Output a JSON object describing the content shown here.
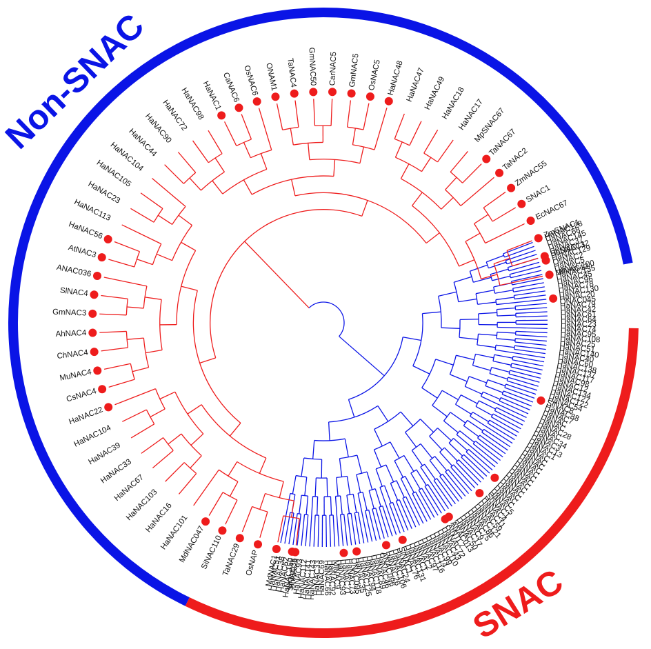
{
  "colors": {
    "nonsnac": "#0a14e6",
    "snac": "#ee1c1c",
    "marker": "#ee1c1c",
    "text": "#111111"
  },
  "groups": {
    "nonsnac_label": "Non-SNAC",
    "snac_label": "SNAC"
  },
  "leaves": [
    {
      "label": "HaNAC128",
      "group": "nonsnac",
      "marked": false
    },
    {
      "label": "HaNAC68",
      "group": "nonsnac",
      "marked": false
    },
    {
      "label": "HaNAC145",
      "group": "nonsnac",
      "marked": false
    },
    {
      "label": "HaNAC37",
      "group": "nonsnac",
      "marked": false
    },
    {
      "label": "HaNAC132",
      "group": "nonsnac",
      "marked": false
    },
    {
      "label": "HaNAC129",
      "group": "nonsnac",
      "marked": true
    },
    {
      "label": "OsNAC2",
      "group": "nonsnac",
      "marked": false
    },
    {
      "label": "HaNAC5",
      "group": "nonsnac",
      "marked": false
    },
    {
      "label": "HaNAC100",
      "group": "nonsnac",
      "marked": false
    },
    {
      "label": "HaNAC135",
      "group": "nonsnac",
      "marked": false
    },
    {
      "label": "HaNAC45",
      "group": "nonsnac",
      "marked": false
    },
    {
      "label": "HaNAC96",
      "group": "nonsnac",
      "marked": false
    },
    {
      "label": "HaNAC78",
      "group": "nonsnac",
      "marked": false
    },
    {
      "label": "HaNAC130",
      "group": "nonsnac",
      "marked": false
    },
    {
      "label": "HaNAC20",
      "group": "nonsnac",
      "marked": true
    },
    {
      "label": "ONAC045",
      "group": "nonsnac",
      "marked": false
    },
    {
      "label": "HaNAC79",
      "group": "nonsnac",
      "marked": false
    },
    {
      "label": "HaNAC42",
      "group": "nonsnac",
      "marked": false
    },
    {
      "label": "HaNAC61",
      "group": "nonsnac",
      "marked": false
    },
    {
      "label": "HaNAC64",
      "group": "nonsnac",
      "marked": false
    },
    {
      "label": "HaNAC23",
      "group": "nonsnac",
      "marked": false
    },
    {
      "label": "HaNAC74",
      "group": "nonsnac",
      "marked": false
    },
    {
      "label": "HaNAC95",
      "group": "nonsnac",
      "marked": false
    },
    {
      "label": "HaNAC108",
      "group": "nonsnac",
      "marked": false
    },
    {
      "label": "HaNAC25",
      "group": "nonsnac",
      "marked": false
    },
    {
      "label": "HaNAC51",
      "group": "nonsnac",
      "marked": false
    },
    {
      "label": "HaNAC140",
      "group": "nonsnac",
      "marked": false
    },
    {
      "label": "HaNAC40",
      "group": "nonsnac",
      "marked": false
    },
    {
      "label": "HaNAC60",
      "group": "nonsnac",
      "marked": false
    },
    {
      "label": "HaNAC138",
      "group": "nonsnac",
      "marked": false
    },
    {
      "label": "HaNAC137",
      "group": "nonsnac",
      "marked": false
    },
    {
      "label": "HaNAC117",
      "group": "nonsnac",
      "marked": false
    },
    {
      "label": "HaNAC98",
      "group": "nonsnac",
      "marked": false
    },
    {
      "label": "HaNAC12",
      "group": "nonsnac",
      "marked": false
    },
    {
      "label": "HaNAC134",
      "group": "nonsnac",
      "marked": false
    },
    {
      "label": "HaNAC127",
      "group": "nonsnac",
      "marked": false
    },
    {
      "label": "HaNAC122",
      "group": "nonsnac",
      "marked": false
    },
    {
      "label": "HaNAC54",
      "group": "nonsnac",
      "marked": false
    },
    {
      "label": "SlNAC8",
      "group": "nonsnac",
      "marked": true
    },
    {
      "label": "HaNAC88",
      "group": "nonsnac",
      "marked": false
    },
    {
      "label": "HaNAC7",
      "group": "nonsnac",
      "marked": false
    },
    {
      "label": "HaNAC",
      "group": "nonsnac",
      "marked": false
    },
    {
      "label": "HaNAC",
      "group": "nonsnac",
      "marked": false
    },
    {
      "label": "HaNAC28",
      "group": "nonsnac",
      "marked": false
    },
    {
      "label": "HaNAC",
      "group": "nonsnac",
      "marked": false
    },
    {
      "label": "HaNAC34",
      "group": "nonsnac",
      "marked": false
    },
    {
      "label": "HaNAC3",
      "group": "nonsnac",
      "marked": false
    },
    {
      "label": "HaNAC13",
      "group": "nonsnac",
      "marked": false
    },
    {
      "label": "HaNAC1",
      "group": "nonsnac",
      "marked": false
    },
    {
      "label": "HaNAC",
      "group": "nonsnac",
      "marked": false
    },
    {
      "label": "HaNAC",
      "group": "nonsnac",
      "marked": false
    },
    {
      "label": "HaNAC",
      "group": "nonsnac",
      "marked": false
    },
    {
      "label": "HaNAC",
      "group": "nonsnac",
      "marked": false
    },
    {
      "label": "HaNAC",
      "group": "nonsnac",
      "marked": false
    },
    {
      "label": "HaNAC",
      "group": "nonsnac",
      "marked": false
    },
    {
      "label": "HaNAC",
      "group": "nonsnac",
      "marked": false
    },
    {
      "label": "HaNAC",
      "group": "nonsnac",
      "marked": false
    },
    {
      "label": "HaNAC",
      "group": "nonsnac",
      "marked": false
    },
    {
      "label": "HaNAC",
      "group": "nonsnac",
      "marked": false
    },
    {
      "label": "HaNAC",
      "group": "nonsnac",
      "marked": true
    },
    {
      "label": "HaNAC",
      "group": "nonsnac",
      "marked": false
    },
    {
      "label": "HaNAC",
      "group": "nonsnac",
      "marked": false
    },
    {
      "label": "HaNAC5",
      "group": "nonsnac",
      "marked": false
    },
    {
      "label": "ShNAC1",
      "group": "nonsnac",
      "marked": false
    },
    {
      "label": "HaNAC4",
      "group": "nonsnac",
      "marked": true
    },
    {
      "label": "HaNAC11",
      "group": "nonsnac",
      "marked": false
    },
    {
      "label": "HaNAC59",
      "group": "nonsnac",
      "marked": false
    },
    {
      "label": "HaNAC121",
      "group": "nonsnac",
      "marked": false
    },
    {
      "label": "HaNAC86",
      "group": "nonsnac",
      "marked": false
    },
    {
      "label": "HaNAC75",
      "group": "nonsnac",
      "marked": false
    },
    {
      "label": "HaNAC9",
      "group": "nonsnac",
      "marked": false
    },
    {
      "label": "HaNAC17",
      "group": "nonsnac",
      "marked": false
    },
    {
      "label": "HaNAC50",
      "group": "nonsnac",
      "marked": false
    },
    {
      "label": "ANAC013",
      "group": "nonsnac",
      "marked": true
    },
    {
      "label": "AtNTL7",
      "group": "nonsnac",
      "marked": true
    },
    {
      "label": "HaNAC72",
      "group": "nonsnac",
      "marked": false
    },
    {
      "label": "HaNAC43",
      "group": "nonsnac",
      "marked": false
    },
    {
      "label": "HaNAC110",
      "group": "nonsnac",
      "marked": false
    },
    {
      "label": "HaNAC99",
      "group": "nonsnac",
      "marked": false
    },
    {
      "label": "HaNAC14",
      "group": "nonsnac",
      "marked": false
    },
    {
      "label": "HaNAC116",
      "group": "nonsnac",
      "marked": false
    },
    {
      "label": "HaNAC97",
      "group": "nonsnac",
      "marked": false
    },
    {
      "label": "HaNAC2",
      "group": "nonsnac",
      "marked": false
    },
    {
      "label": "HaNAC1",
      "group": "nonsnac",
      "marked": false
    },
    {
      "label": "HaNAC131",
      "group": "nonsnac",
      "marked": false
    },
    {
      "label": "HaNAC76",
      "group": "nonsnac",
      "marked": true
    },
    {
      "label": "SlNAC1",
      "group": "nonsnac",
      "marked": false
    },
    {
      "label": "HaNAC24",
      "group": "nonsnac",
      "marked": false
    },
    {
      "label": "HaNAC106",
      "group": "nonsnac",
      "marked": false
    },
    {
      "label": "HaNAC26",
      "group": "nonsnac",
      "marked": true
    },
    {
      "label": "ANAC096",
      "group": "nonsnac",
      "marked": false
    },
    {
      "label": "HaNAC46",
      "group": "nonsnac",
      "marked": false
    },
    {
      "label": "HaNAC89",
      "group": "nonsnac",
      "marked": false
    },
    {
      "label": "HaNAC118",
      "group": "nonsnac",
      "marked": false
    },
    {
      "label": "HaNAC94",
      "group": "nonsnac",
      "marked": false
    },
    {
      "label": "HaNAC125",
      "group": "nonsnac",
      "marked": false
    },
    {
      "label": "HaNAC35",
      "group": "nonsnac",
      "marked": true
    },
    {
      "label": "ONAC095",
      "group": "nonsnac",
      "marked": false
    },
    {
      "label": "HaNAC73",
      "group": "nonsnac",
      "marked": false
    },
    {
      "label": "HaNAC71",
      "group": "nonsnac",
      "marked": true
    },
    {
      "label": "HaNAC93",
      "group": "nonsnac",
      "marked": false
    },
    {
      "label": "MlNAC9",
      "group": "nonsnac",
      "marked": false
    },
    {
      "label": "HaNAC92",
      "group": "nonsnac",
      "marked": false
    },
    {
      "label": "HaNAC66",
      "group": "nonsnac",
      "marked": false
    },
    {
      "label": "HaNAC69",
      "group": "nonsnac",
      "marked": false
    },
    {
      "label": "HaNAC33",
      "group": "nonsnac",
      "marked": false
    },
    {
      "label": "HaNAC143",
      "group": "nonsnac",
      "marked": false
    },
    {
      "label": "HaNAC141",
      "group": "nonsnac",
      "marked": false
    },
    {
      "label": "HaNAC112",
      "group": "nonsnac",
      "marked": false
    },
    {
      "label": "HaNAC93",
      "group": "nonsnac",
      "marked": false
    },
    {
      "label": "BnNAC5",
      "group": "nonsnac",
      "marked": false
    },
    {
      "label": "HaNAC150",
      "group": "nonsnac",
      "marked": true
    },
    {
      "label": "HaNAC62",
      "group": "nonsnac",
      "marked": false
    },
    {
      "label": "HaNAC38",
      "group": "nonsnac",
      "marked": false
    },
    {
      "label": "HaNAC51",
      "group": "nonsnac",
      "marked": false
    },
    {
      "label": "SlNAC35",
      "group": "snac",
      "marked": true
    },
    {
      "label": "MdNAC1",
      "group": "snac",
      "marked": true
    },
    {
      "label": "OsNAP",
      "group": "snac",
      "marked": true
    },
    {
      "label": "TaNAC29",
      "group": "snac",
      "marked": true
    },
    {
      "label": "SiNAC110",
      "group": "snac",
      "marked": true
    },
    {
      "label": "MdNAC047",
      "group": "snac",
      "marked": true
    },
    {
      "label": "HaNAC101",
      "group": "snac",
      "marked": false
    },
    {
      "label": "HaNAC16",
      "group": "snac",
      "marked": false
    },
    {
      "label": "HaNAC103",
      "group": "snac",
      "marked": false
    },
    {
      "label": "HaNAC67",
      "group": "snac",
      "marked": false
    },
    {
      "label": "HaNAC33",
      "group": "snac",
      "marked": false
    },
    {
      "label": "HaNAC39",
      "group": "snac",
      "marked": false
    },
    {
      "label": "HaNAC104",
      "group": "snac",
      "marked": false
    },
    {
      "label": "HaNAC22",
      "group": "snac",
      "marked": true
    },
    {
      "label": "CsNAC4",
      "group": "snac",
      "marked": true
    },
    {
      "label": "MuNAC4",
      "group": "snac",
      "marked": true
    },
    {
      "label": "ChNAC4",
      "group": "snac",
      "marked": true
    },
    {
      "label": "AhNAC4",
      "group": "snac",
      "marked": true
    },
    {
      "label": "GmNAC3",
      "group": "snac",
      "marked": true
    },
    {
      "label": "SlNAC4",
      "group": "snac",
      "marked": true
    },
    {
      "label": "ANAC036",
      "group": "snac",
      "marked": true
    },
    {
      "label": "AtNAC3",
      "group": "snac",
      "marked": true
    },
    {
      "label": "HaNAC56",
      "group": "snac",
      "marked": true
    },
    {
      "label": "HaNAC113",
      "group": "snac",
      "marked": false
    },
    {
      "label": "HaNAC23",
      "group": "snac",
      "marked": false
    },
    {
      "label": "HaNAC105",
      "group": "snac",
      "marked": false
    },
    {
      "label": "HaNAC104",
      "group": "snac",
      "marked": false
    },
    {
      "label": "HaNAC44",
      "group": "snac",
      "marked": false
    },
    {
      "label": "HaNAC90",
      "group": "snac",
      "marked": false
    },
    {
      "label": "HaNAC72",
      "group": "snac",
      "marked": false
    },
    {
      "label": "HaNAC98",
      "group": "snac",
      "marked": false
    },
    {
      "label": "HaNAC1",
      "group": "snac",
      "marked": true
    },
    {
      "label": "CaNAC6",
      "group": "snac",
      "marked": true
    },
    {
      "label": "OsNAC6",
      "group": "snac",
      "marked": true
    },
    {
      "label": "ONAM1",
      "group": "snac",
      "marked": true
    },
    {
      "label": "TaNAC4",
      "group": "snac",
      "marked": true
    },
    {
      "label": "GmNAC50",
      "group": "snac",
      "marked": true
    },
    {
      "label": "CarNAC5",
      "group": "snac",
      "marked": true
    },
    {
      "label": "GmNAC5",
      "group": "snac",
      "marked": true
    },
    {
      "label": "OsNAC5",
      "group": "snac",
      "marked": true
    },
    {
      "label": "HaNAC48",
      "group": "snac",
      "marked": true
    },
    {
      "label": "HaNAC47",
      "group": "snac",
      "marked": false
    },
    {
      "label": "HaNAC49",
      "group": "snac",
      "marked": false
    },
    {
      "label": "HaNAC18",
      "group": "snac",
      "marked": false
    },
    {
      "label": "HaNAC17",
      "group": "snac",
      "marked": false
    },
    {
      "label": "MpSNAC67",
      "group": "snac",
      "marked": false
    },
    {
      "label": "TaNAC67",
      "group": "snac",
      "marked": true
    },
    {
      "label": "TaNAC2",
      "group": "snac",
      "marked": true
    },
    {
      "label": "ZmNAC55",
      "group": "snac",
      "marked": true
    },
    {
      "label": "SNAC1",
      "group": "snac",
      "marked": true
    },
    {
      "label": "EcNAC67",
      "group": "snac",
      "marked": true
    },
    {
      "label": "ZmSNAC1",
      "group": "snac",
      "marked": true
    },
    {
      "label": "SbSNAC1",
      "group": "snac",
      "marked": true
    },
    {
      "label": "MlNAC12",
      "group": "snac",
      "marked": true
    }
  ]
}
